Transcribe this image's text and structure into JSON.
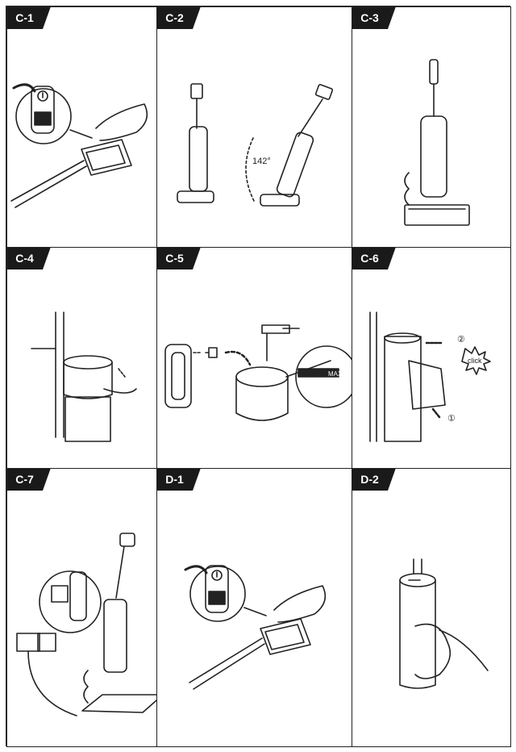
{
  "panels": [
    {
      "id": "C-1"
    },
    {
      "id": "C-2",
      "angle_label": "142°"
    },
    {
      "id": "C-3"
    },
    {
      "id": "C-4"
    },
    {
      "id": "C-5",
      "max_label": "MAX"
    },
    {
      "id": "C-6",
      "step_top": "②",
      "step_bottom": "①",
      "click_label": "click"
    },
    {
      "id": "C-7"
    },
    {
      "id": "D-1"
    },
    {
      "id": "D-2"
    }
  ]
}
